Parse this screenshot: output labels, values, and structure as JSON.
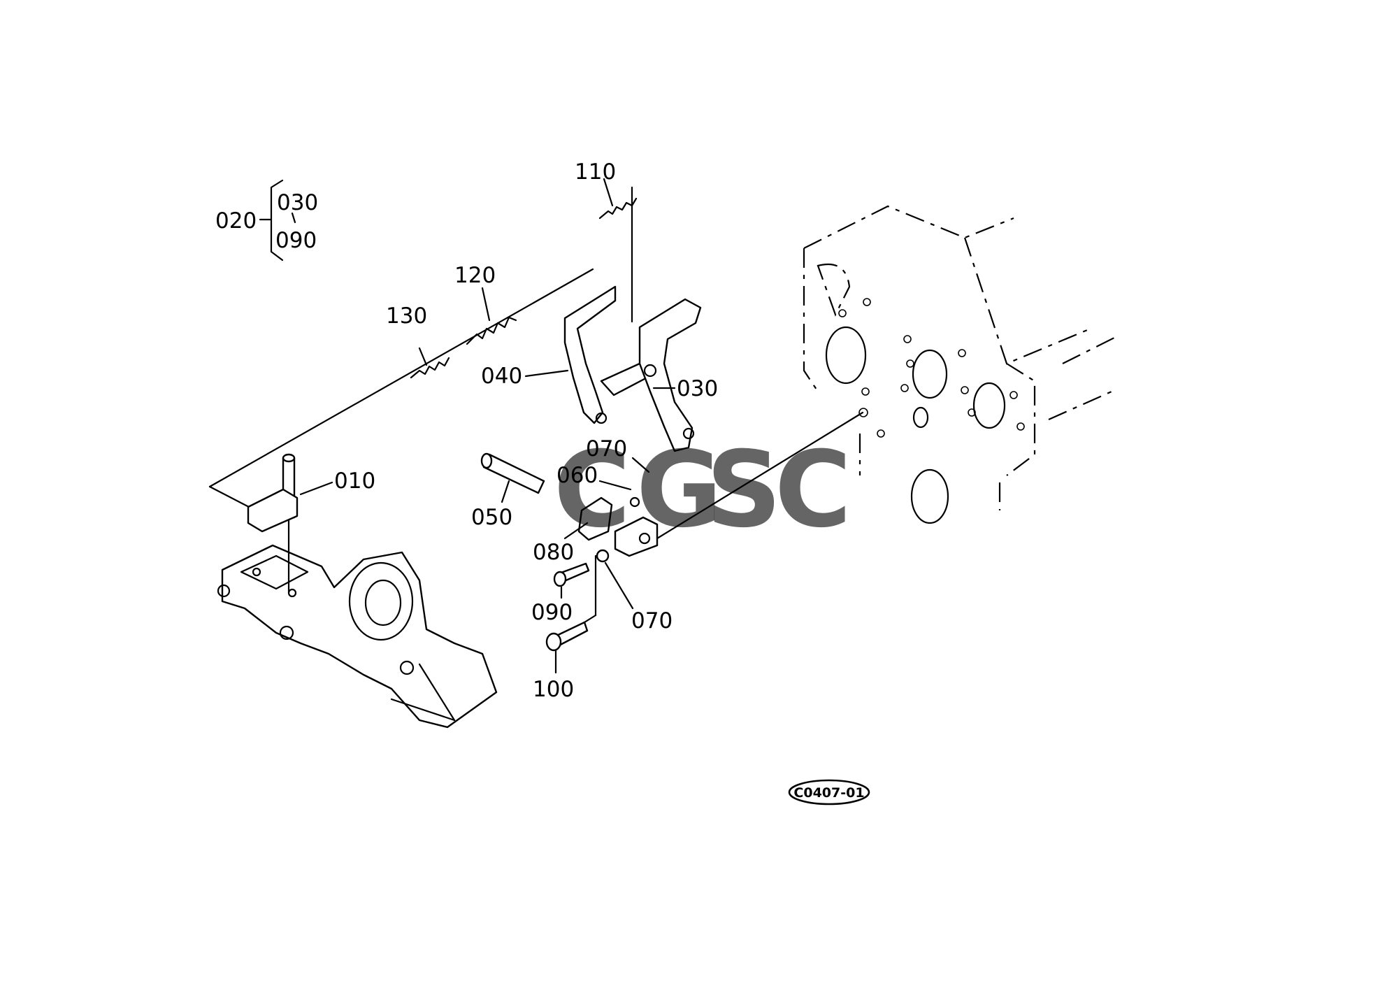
{
  "diagram": {
    "group_label": "020",
    "group_members": [
      "030",
      "090"
    ],
    "parts": [
      {
        "id": "p010",
        "label": "010"
      },
      {
        "id": "p030",
        "label": "030"
      },
      {
        "id": "p040",
        "label": "040"
      },
      {
        "id": "p050",
        "label": "050"
      },
      {
        "id": "p060",
        "label": "060"
      },
      {
        "id": "p070a",
        "label": "070"
      },
      {
        "id": "p070b",
        "label": "070"
      },
      {
        "id": "p080",
        "label": "080"
      },
      {
        "id": "p090",
        "label": "090"
      },
      {
        "id": "p100",
        "label": "100"
      },
      {
        "id": "p110",
        "label": "110"
      },
      {
        "id": "p120",
        "label": "120"
      },
      {
        "id": "p130",
        "label": "130"
      }
    ],
    "figure_code": "C0407-01"
  },
  "watermark": {
    "letters": [
      "C",
      "G",
      "S",
      "C"
    ],
    "colors": [
      "#4f86f7",
      "#ee5a4f",
      "#f7d154",
      "#4cb584"
    ]
  }
}
